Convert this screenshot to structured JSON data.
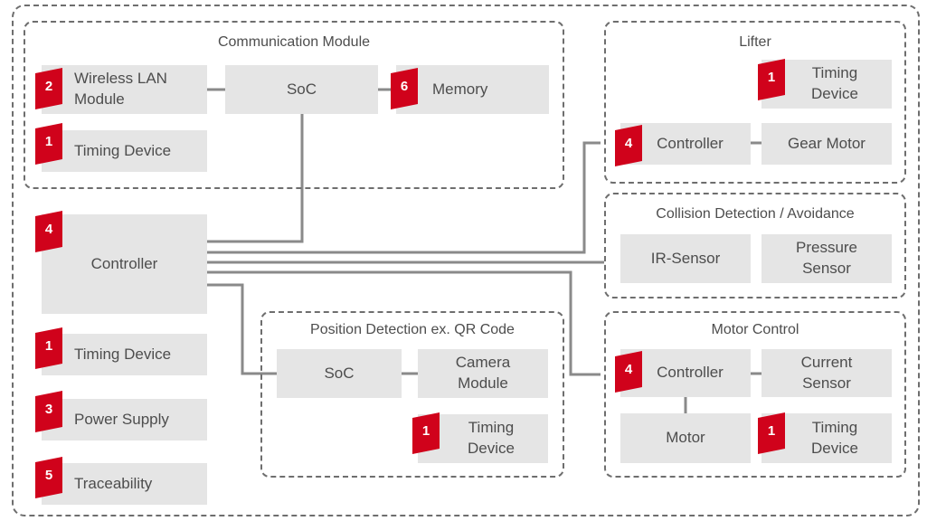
{
  "colors": {
    "badge": "#d0021b",
    "box": "#e5e5e5",
    "line": "#8a8a8a",
    "frame": "#6e6e6e",
    "text": "#4d4d4d"
  },
  "frames": {
    "communication": "Communication Module",
    "lifter": "Lifter",
    "collision": "Collision Detection / Avoidance",
    "position": "Position Detection ex. QR Code",
    "motor": "Motor Control"
  },
  "boxes": {
    "wlan": "Wireless LAN\nModule",
    "comm_soc": "SoC",
    "memory": "Memory",
    "comm_timing": "Timing Device",
    "controller": "Controller",
    "timing": "Timing Device",
    "power": "Power Supply",
    "trace": "Traceability",
    "lifter_timing": "Timing\nDevice",
    "lifter_controller": "Controller",
    "gear_motor": "Gear Motor",
    "ir_sensor": "IR-Sensor",
    "pressure_sensor": "Pressure\nSensor",
    "pos_soc": "SoC",
    "camera": "Camera\nModule",
    "pos_timing": "Timing\nDevice",
    "motor_controller": "Controller",
    "current_sensor": "Current\nSensor",
    "motor": "Motor",
    "motor_timing": "Timing\nDevice"
  },
  "badges": {
    "wlan": "2",
    "memory": "6",
    "comm_timing": "1",
    "controller": "4",
    "timing": "1",
    "power": "3",
    "trace": "5",
    "lifter_timing": "1",
    "lifter_controller": "4",
    "pos_timing": "1",
    "motor_controller": "4",
    "motor_timing": "1"
  }
}
